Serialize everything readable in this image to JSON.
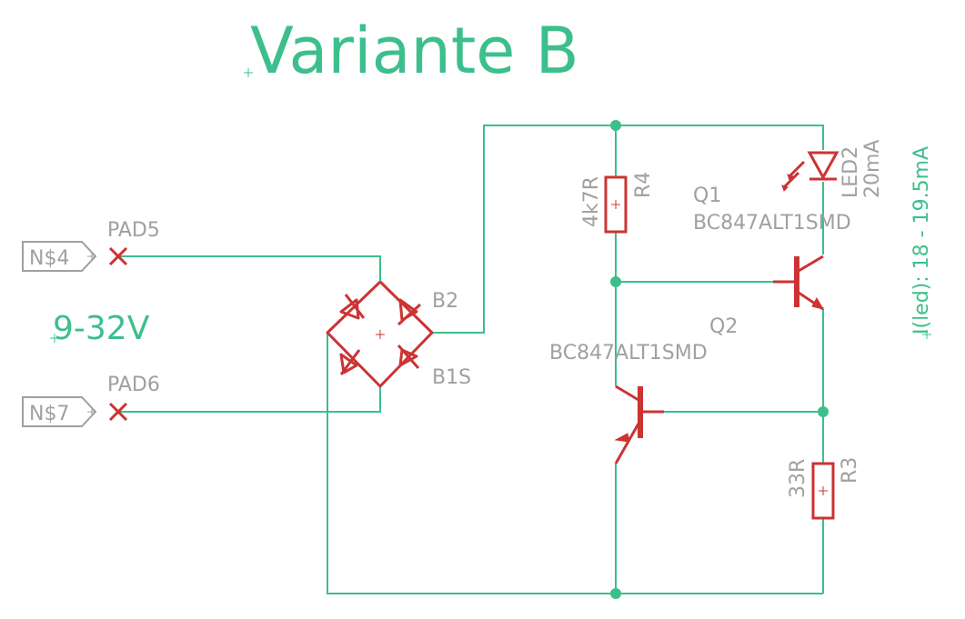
{
  "title": "Variante B",
  "voltage_label": "9-32V",
  "current_label": "I(led): 18 - 19.5mA",
  "pads": [
    {
      "name": "PAD5",
      "net": "N$4"
    },
    {
      "name": "PAD6",
      "net": "N$7"
    }
  ],
  "bridge": {
    "name": "B2",
    "value": "B1S"
  },
  "r4": {
    "name": "R4",
    "value": "4k7R"
  },
  "r3": {
    "name": "R3",
    "value": "33R"
  },
  "q1": {
    "name": "Q1",
    "value": "BC847ALT1SMD"
  },
  "q2": {
    "name": "Q2",
    "value": "BC847ALT1SMD"
  },
  "led": {
    "name": "LED2",
    "value": "20mA"
  },
  "colors": {
    "wire": "#3cbf8c",
    "component": "#cc3333",
    "label": "#a0a0a0",
    "net_frame": "#a0a0a0"
  }
}
